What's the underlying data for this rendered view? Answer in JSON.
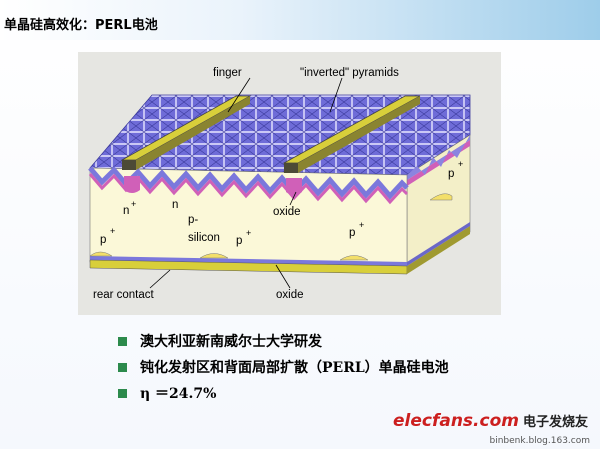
{
  "slide": {
    "title": "单晶硅高效化：PERL电池"
  },
  "diagram": {
    "labels": {
      "finger": "finger",
      "pyramids": "\"inverted\" pyramids",
      "n_plus": "n",
      "n_plus_sup": "+",
      "n": "n",
      "p_silicon_1": "p-",
      "p_silicon_2": "silicon",
      "oxide_top": "oxide",
      "p_plus_left": "p",
      "p_plus_mid": "p",
      "p_plus_right_low": "p",
      "p_plus_right_high": "p",
      "plus": "+",
      "rear_contact": "rear contact",
      "oxide_bottom": "oxide"
    }
  },
  "bullets": [
    "澳大利亚新南威尔士大学研发",
    "钝化发射区和背面局部扩散（PERL）单晶硅电池",
    "η ＝24.7%"
  ],
  "watermark": {
    "brand": "elecfans.com",
    "cn": "电子发烧友",
    "url": "binbenk.blog.163.com"
  }
}
